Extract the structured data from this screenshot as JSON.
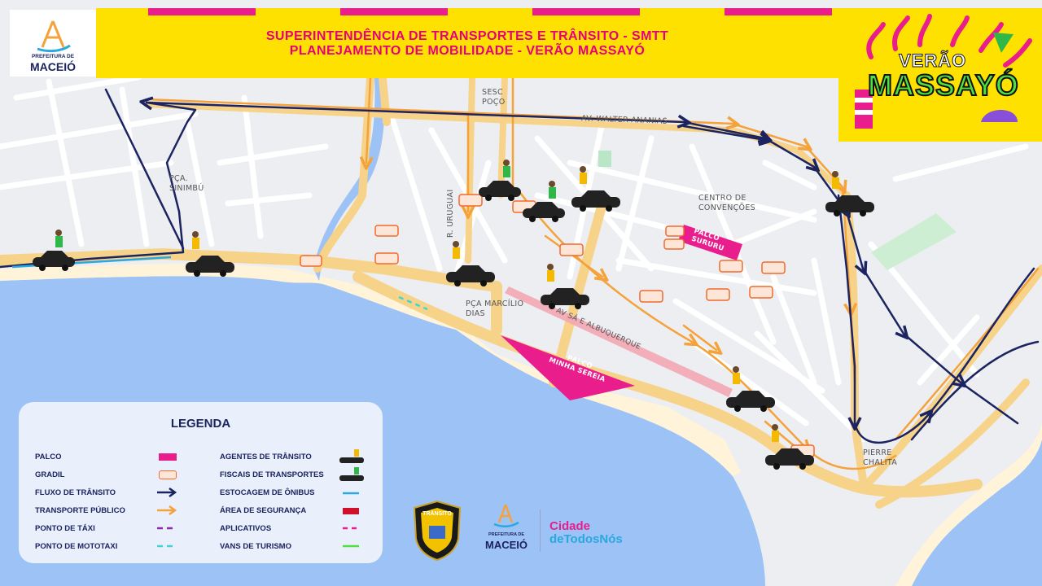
{
  "header": {
    "line1": "SUPERINTENDÊNCIA DE TRANSPORTES E TRÂNSITO - SMTT",
    "line2": "PLANEJAMENTO DE MOBILIDADE - VERÃO MASSAYÓ"
  },
  "logo": {
    "top_text": "PREFEITURA DE",
    "name": "MACEIÓ"
  },
  "badge": {
    "line1": "VERÃO",
    "line2": "MASSAYÓ"
  },
  "map_labels": {
    "sesc": "SESC\nPOÇO",
    "walter": "AV. WALTER ANANIAS",
    "sinimbu": "PÇA.\nSINIMBÚ",
    "centro": "CENTRO DE\nCONVENÇÕES",
    "uruguai": "R. URUGUAI",
    "marcilio": "PÇA MARCÍLIO\nDIAS",
    "sa_albuquerque": "AV SÁ E ALBUQUERQUE",
    "pierre": "PIERRE\nCHALITA",
    "palco_sururu": "PALCO\nSURURU",
    "palco_minha_sereia": "PALCO\nMINHA SEREIA"
  },
  "legend": {
    "title": "LEGENDA",
    "left": [
      "PALCO",
      "GRADIL",
      "FLUXO DE TRÂNSITO",
      "TRANSPORTE PÚBLICO",
      "PONTO DE TÁXI",
      "PONTO DE MOTOTAXI"
    ],
    "right": [
      "AGENTES DE TRÂNSITO",
      "FISCAIS DE TRANSPORTES",
      "ESTOCAGEM DE ÔNIBUS",
      "ÁREA DE SEGURANÇA",
      "APLICATIVOS",
      "VANS DE TURISMO"
    ]
  },
  "bottom": {
    "shield_text": "TRÂNSITO",
    "pref_top": "PREFEITURA DE",
    "pref_name": "MACEIÓ",
    "slogan1": "Cidade",
    "slogan2": "deTodosNós"
  },
  "colors": {
    "sea": "#9dc2f5",
    "road_main": "#f7d38a",
    "flow": "#1b2460",
    "public_transport": "#f5a23a",
    "stage": "#e91e8c",
    "barrier": "#f26a2c",
    "header": "#ffe100",
    "agent_vest": "#f5b900",
    "inspector_vest": "#2fb847"
  }
}
